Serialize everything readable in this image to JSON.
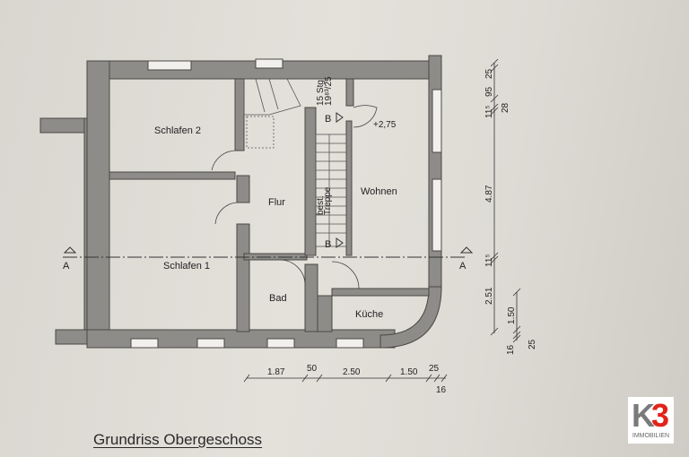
{
  "plan": {
    "title": "Grundriss Obergeschoss",
    "rooms": {
      "schlafen2": "Schlafen 2",
      "schlafen1": "Schlafen 1",
      "flur": "Flur",
      "bad": "Bad",
      "wohnen": "Wohnen",
      "kueche": "Küche"
    },
    "stair_note_1": "15 Stg",
    "stair_note_2": "19⁸³/25",
    "stair_label_1": "best.",
    "stair_label_2": "Treppe",
    "level": "+2,75",
    "section_a": "A",
    "section_b": "B",
    "bottom_dims": [
      "1.87",
      "50",
      "2.50",
      "1.50",
      "25",
      "16"
    ],
    "right_dims": [
      "25",
      "95",
      "11⁵",
      "28",
      "4.87",
      "11⁵",
      "2.51",
      "1.50",
      "16",
      "25"
    ]
  },
  "logo": {
    "brand": "K3",
    "subtitle": "IMMOBILIEN"
  },
  "colors": {
    "wall": "#8e8c88",
    "wall_edge": "#4a4844",
    "accent": "#e2231a"
  }
}
